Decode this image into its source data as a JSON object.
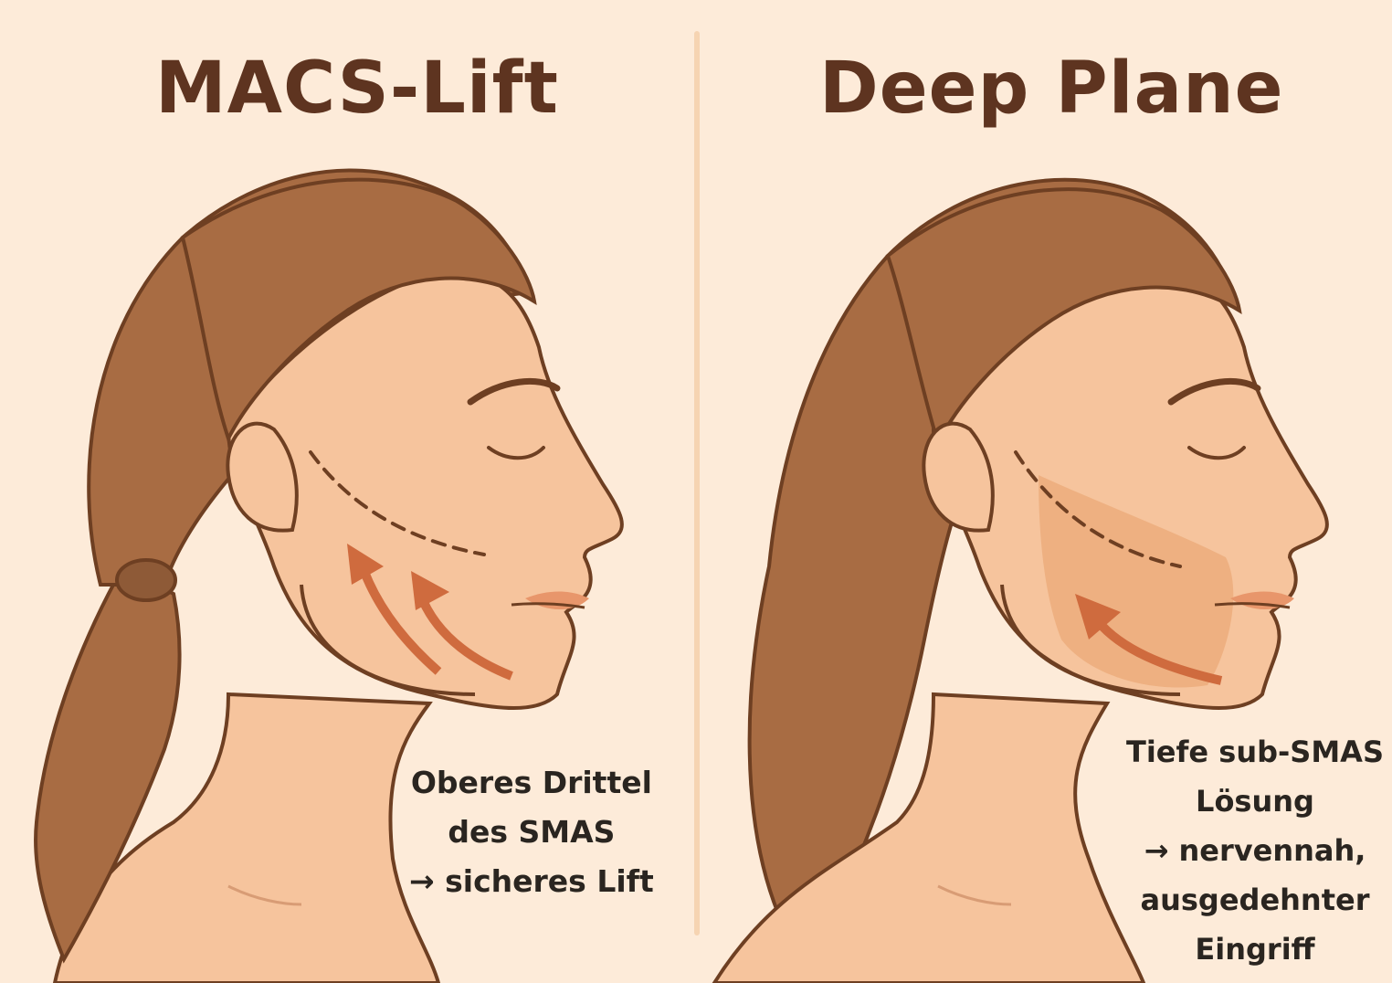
{
  "panels": [
    {
      "title": "MACS-Lift",
      "caption": [
        "Oberes Drittel",
        "des SMAS",
        "→  sicheres Lift"
      ],
      "illustration": "woman-profile-ponytail-with-dashed-incision-and-two-upward-arrows"
    },
    {
      "title": "Deep Plane",
      "caption": [
        "Tiefe sub-SMAS",
        "Lösung",
        "→ nervennah,",
        "ausgedehnter",
        "Eingriff"
      ],
      "illustration": "woman-profile-long-hair-with-dashed-incision-shaded-sub-smas-area-and-one-arrow"
    }
  ],
  "colors": {
    "background": "#fdebd9",
    "title": "#5e3420",
    "skin": "#f6c49d",
    "hair": "#a86c43",
    "outline": "#6e3f22",
    "arrow": "#cf6b3e",
    "divider": "#f6d4b2",
    "caption": "#2a2520"
  }
}
